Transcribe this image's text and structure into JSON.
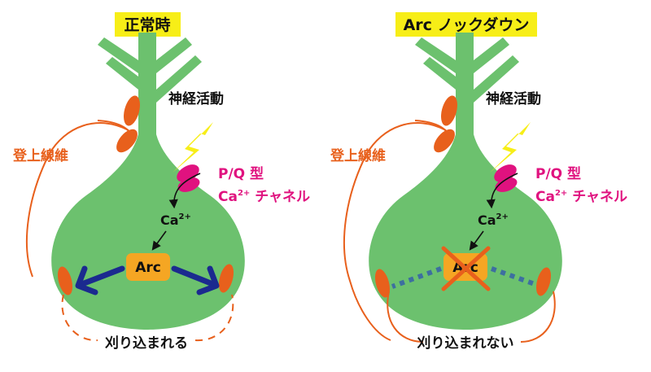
{
  "left": {
    "title": "正常時",
    "neural_activity": "神経活動",
    "climbing_fiber": "登上線維",
    "channel_line1": "P/Q 型",
    "channel_ca": "Ca",
    "channel_sup": "2+",
    "channel_rest": " チャネル",
    "ca": "Ca",
    "ca_sup": "2+",
    "arc": "Arc",
    "outcome": "刈り込まれる"
  },
  "right": {
    "title": "Arc ノックダウン",
    "neural_activity": "神経活動",
    "climbing_fiber": "登上線維",
    "channel_line1": "P/Q 型",
    "channel_ca": "Ca",
    "channel_sup": "2+",
    "channel_rest": " チャネル",
    "ca": "Ca",
    "ca_sup": "2+",
    "arc": "Arc",
    "outcome": "刈り込まれない"
  },
  "colors": {
    "neuron": "#6cc16e",
    "fiber": "#e8601c",
    "channel": "#e0127f",
    "bolt": "#f7ee17",
    "title_bg": "#f7ee17",
    "arc_box": "#f5a623",
    "arrow": "#1b2a8f",
    "arrow_blocked": "#3d6fa0"
  }
}
